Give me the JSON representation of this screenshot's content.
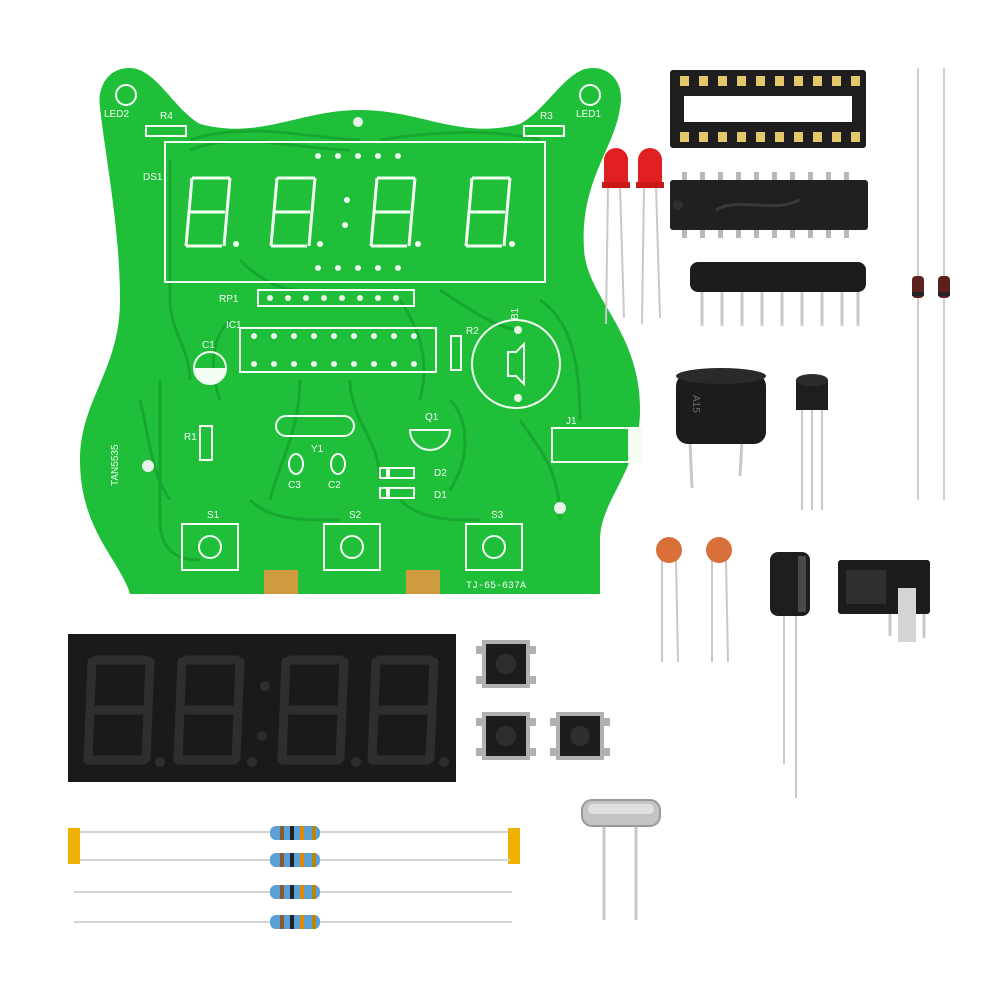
{
  "pcb": {
    "ref_ds1": "DS1",
    "ref_rp1": "RP1",
    "ref_ic1": "IC1",
    "ref_c1": "C1",
    "ref_r1": "R1",
    "ref_r2": "R2",
    "ref_r3": "R3",
    "ref_r4": "R4",
    "ref_b1": "B1",
    "ref_q1": "Q1",
    "ref_y1": "Y1",
    "ref_c2": "C2",
    "ref_c3": "C3",
    "ref_d1": "D1",
    "ref_d2": "D2",
    "ref_j1": "J1",
    "ref_led1": "LED1",
    "ref_led2": "LED2",
    "ref_s1": "S1",
    "ref_s2": "S2",
    "ref_s3": "S3",
    "board_name": "TAN5535",
    "board_code": "TJ-65-637A"
  },
  "parts": {
    "buzzer_label": "A15"
  },
  "colors": {
    "pcb_green": "#1fbf3a",
    "trace_green": "#17a530",
    "silkscreen": "#f4fff4",
    "display_black": "#1a1a1a",
    "segment_off": "#2c2c2c",
    "led_red": "#e02020",
    "ceramic_cap": "#d9703a",
    "resistor_body": "#5a9fd6",
    "lead_metal": "#c9c9c9"
  }
}
